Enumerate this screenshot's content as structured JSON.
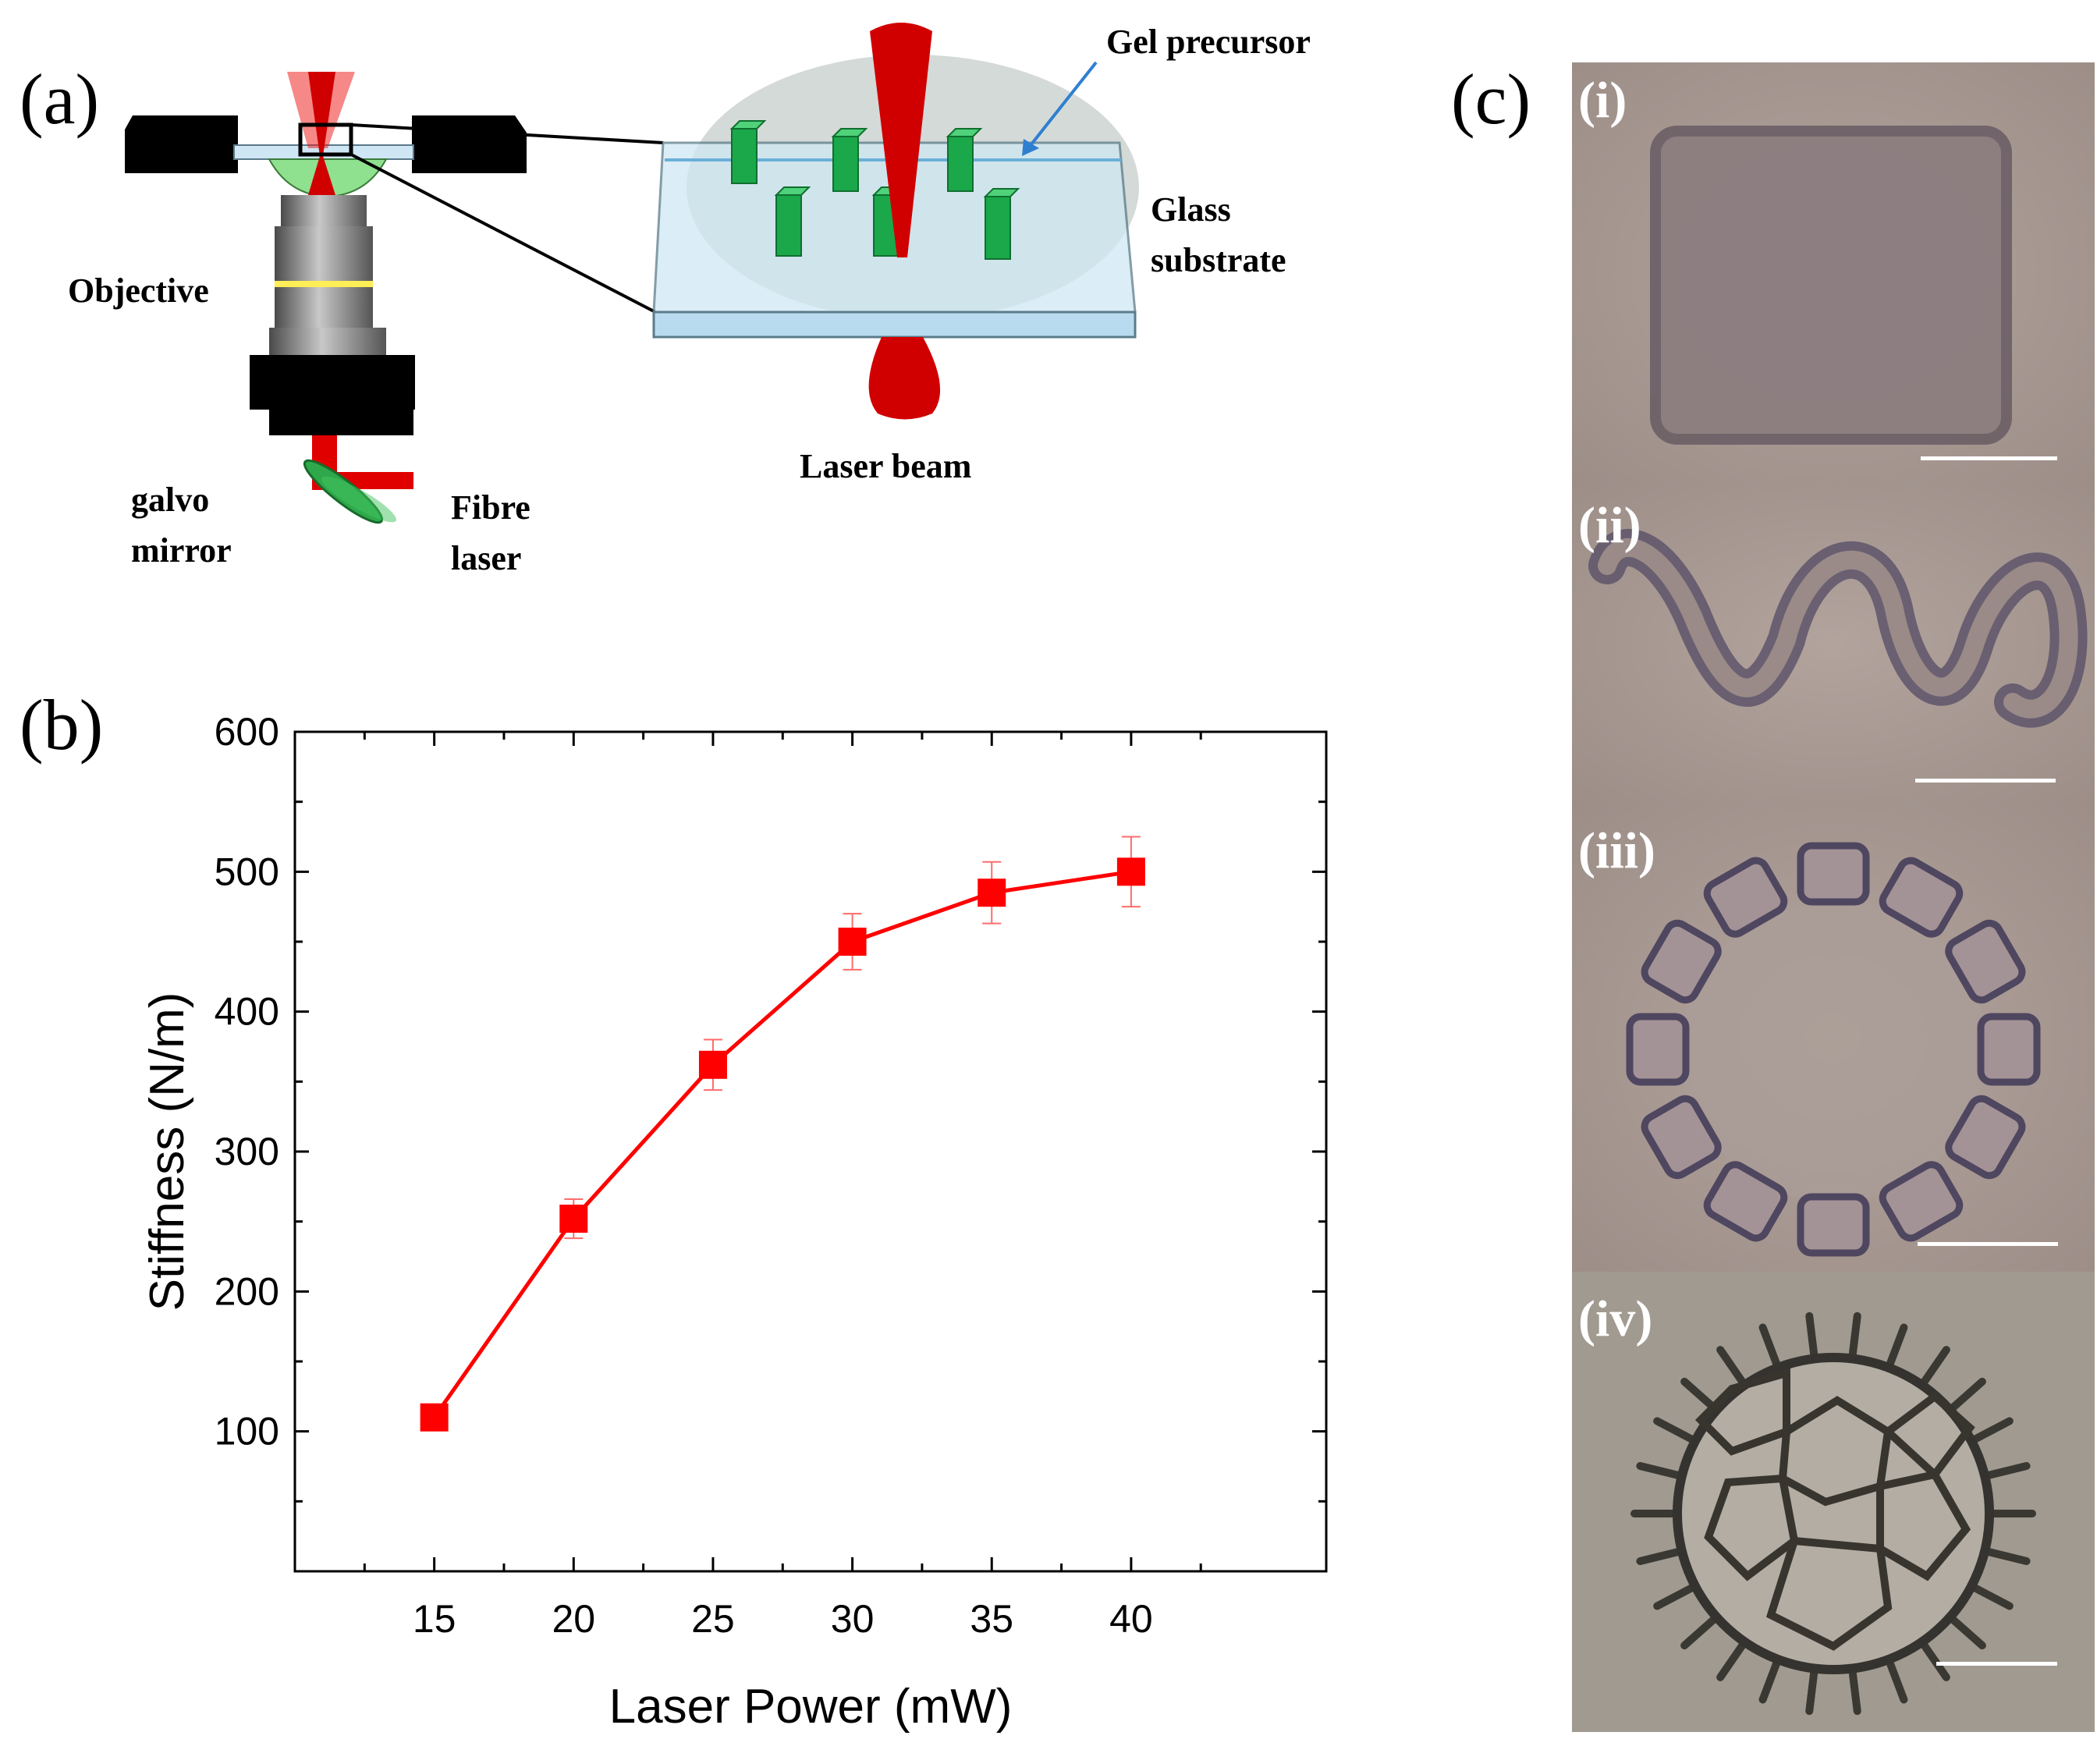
{
  "panel_a": {
    "label": "(a)",
    "objective": "Objective",
    "galvo_line1": "galvo",
    "galvo_line2": "mirror",
    "fibre_line1": "Fibre",
    "fibre_line2": "laser",
    "gel_precursor": "Gel precursor",
    "glass_line1": "Glass",
    "glass_line2": "substrate",
    "laser_beam": "Laser beam"
  },
  "panel_b": {
    "label": "(b)"
  },
  "panel_c": {
    "label": "(c)",
    "subpanels": [
      "(i)",
      "(ii)",
      "(iii)",
      "(iv)"
    ]
  },
  "colors": {
    "series": "#ff0000",
    "beam": "#d10000",
    "blocks": "#1aa84a"
  },
  "chart_data": {
    "type": "line",
    "title": "",
    "xlabel": "Laser Power (mW)",
    "ylabel": "Stiffness (N/m)",
    "xlim": [
      10,
      47
    ],
    "ylim": [
      0,
      600
    ],
    "xticks": [
      15,
      20,
      25,
      30,
      35,
      40
    ],
    "yticks": [
      100,
      200,
      300,
      400,
      500,
      600
    ],
    "grid": false,
    "series": [
      {
        "x": [
          15,
          20,
          25,
          30,
          35,
          40
        ],
        "y": [
          110,
          252,
          362,
          450,
          485,
          500
        ],
        "yerr": [
          8,
          14,
          18,
          20,
          22,
          25
        ]
      }
    ]
  }
}
